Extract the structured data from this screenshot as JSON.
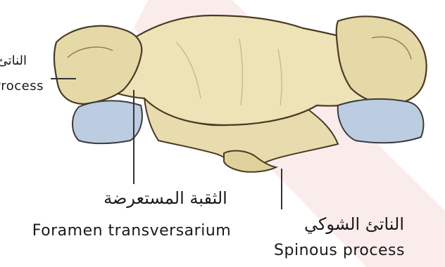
{
  "labels": {
    "left_partial": {
      "arabic": "الناتئ",
      "english": "Process"
    },
    "foramen": {
      "arabic": "الثقبة المستعرضة",
      "english": "Foramen transversarium"
    },
    "spinous": {
      "arabic": "الناتئ الشوكي",
      "english": "Spinous process"
    }
  },
  "colors": {
    "bone_fill": "#e9deb0",
    "bone_shadow": "#c9b984",
    "bone_outline": "#4a3b23",
    "foramen_fill": "#b9cbe0",
    "background_band": "#fbe9e9",
    "leader_line": "#333333"
  }
}
